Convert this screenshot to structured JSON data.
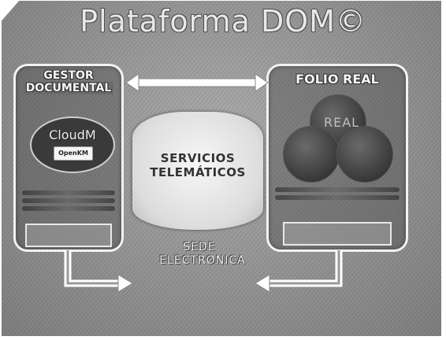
{
  "title": "Plataforma DOM©",
  "left_panel": {
    "header_line1": "GESTOR",
    "header_line2": "DOCUMENTAL",
    "cloud_label": "CloudM",
    "badge_label": "OpenKM"
  },
  "right_panel": {
    "header": "FOLIO REAL",
    "circle_label": "REAL"
  },
  "center": {
    "line1": "SERVICIOS",
    "line2": "TELEMÁTICOS"
  },
  "sede": {
    "line1": "SEDE",
    "line2": "ELECTRONICA"
  }
}
